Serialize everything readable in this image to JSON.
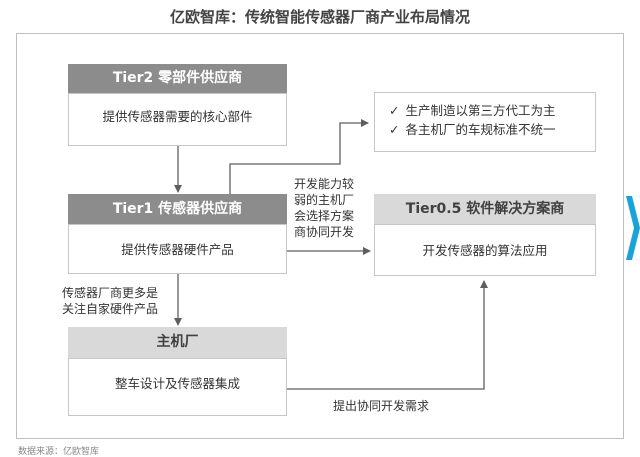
{
  "title": "亿欧智库：传统智能传感器厂商产业布局情况",
  "tier2": {
    "header": "Tier2 零部件供应商",
    "body": "提供传感器需要的核心部件"
  },
  "tier1": {
    "header": "Tier1 传感器供应商",
    "body": "提供传感器硬件产品"
  },
  "oem": {
    "header": "主机厂",
    "body": "整车设计及传感器集成"
  },
  "tier05": {
    "header": "Tier0.5 软件解决方案商",
    "body": "开发传感器的算法应用"
  },
  "bullets": [
    "生产制造以第三方代工为主",
    "各主机厂的车规标准不统一"
  ],
  "notes": {
    "weak_dev": [
      "开发能力较",
      "弱的主机厂",
      "会选择方案",
      "商协同开发"
    ],
    "hardware_focus": [
      "传感器厂商更多是",
      "关注自家硬件产品"
    ],
    "co_dev": "提出协同开发需求"
  },
  "footer": "数据来源：亿欧智库",
  "colors": {
    "header_dark": "#8c8c8c",
    "header_light": "#d9d9d9",
    "arrow": "#5f5f5f",
    "chevron": "#1aa3d9"
  }
}
